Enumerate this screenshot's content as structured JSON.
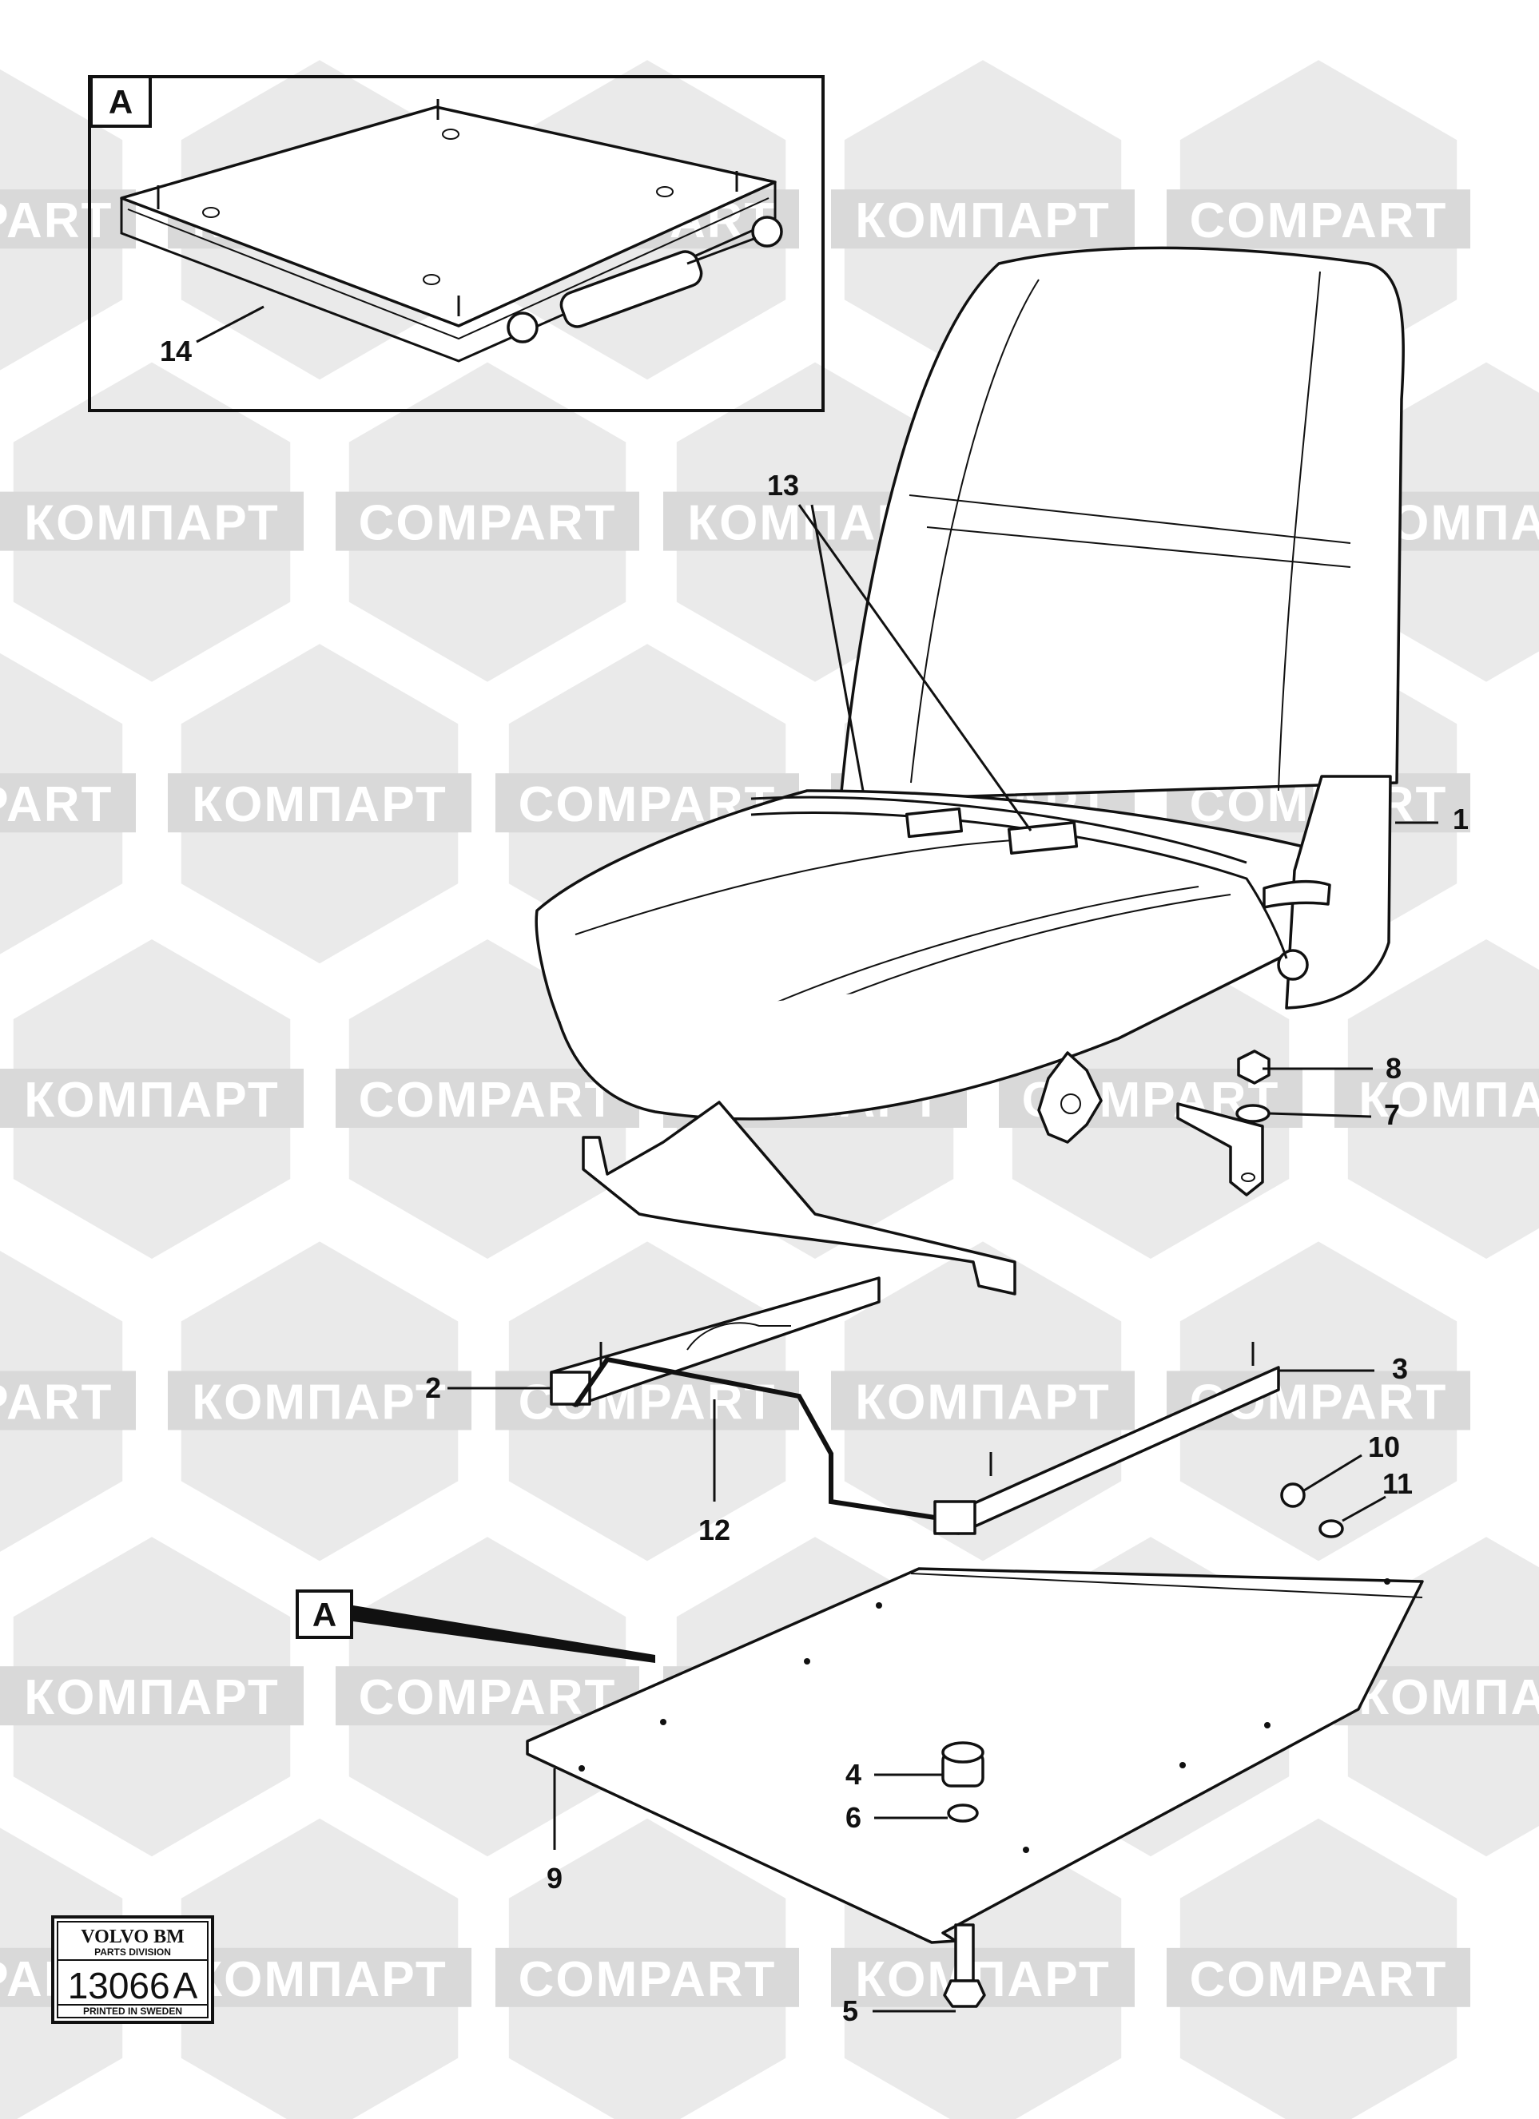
{
  "watermark": {
    "cyrillic": "КОМПАРТ",
    "latin": "COMPART",
    "color": "#d9d9d9"
  },
  "inset": {
    "tag": "A",
    "callout": "14"
  },
  "detail_tag": "A",
  "callouts": {
    "c1": "1",
    "c2": "2",
    "c3": "3",
    "c4": "4",
    "c5": "5",
    "c6": "6",
    "c7": "7",
    "c8": "8",
    "c9": "9",
    "c10": "10",
    "c11": "11",
    "c12": "12",
    "c13": "13"
  },
  "stamp": {
    "brand": "VOLVO BM",
    "division": "PARTS DIVISION",
    "number": "13066",
    "suffix": "A",
    "printed": "PRINTED IN SWEDEN"
  }
}
